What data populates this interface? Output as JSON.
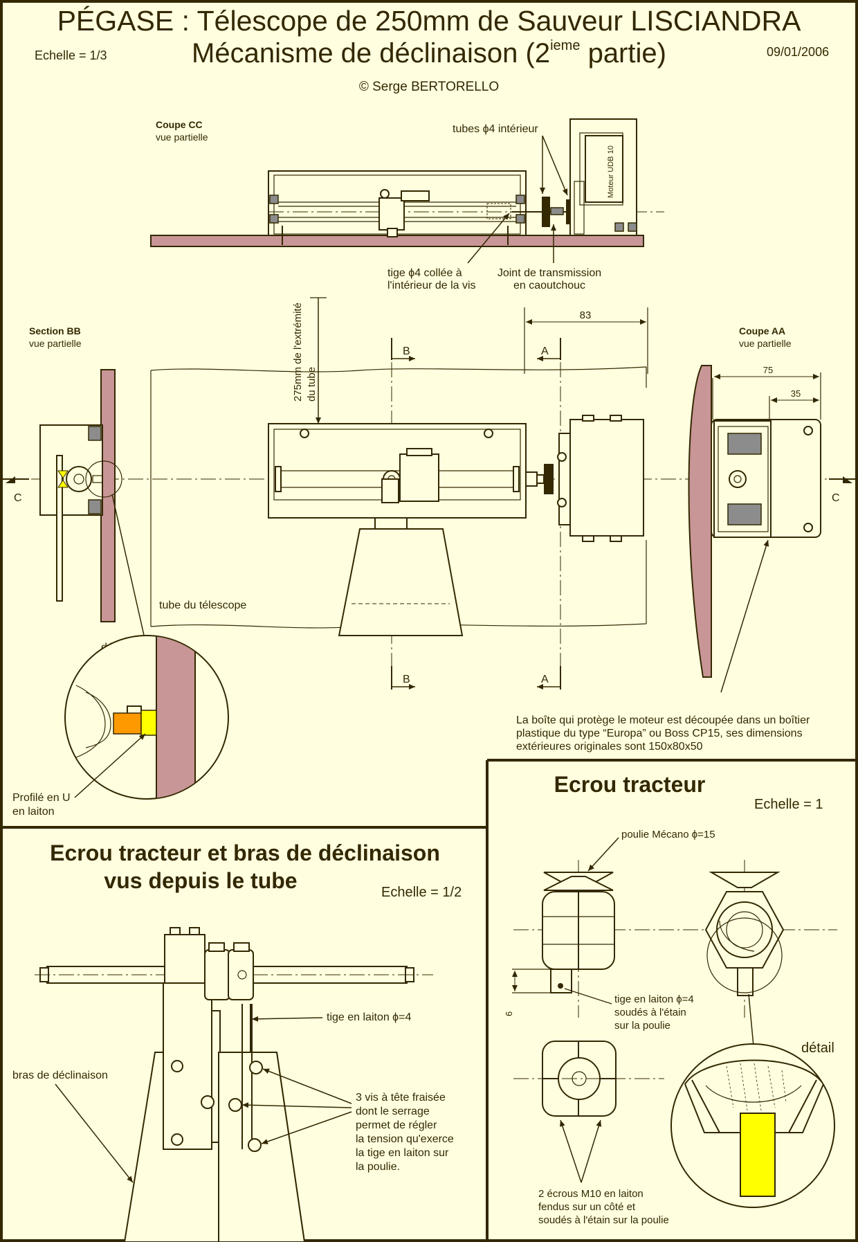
{
  "header": {
    "title": "PÉGASE : Télescope de 250mm de Sauveur LISCIANDRA",
    "subtitle_main": "Mécanisme de déclinaison (2",
    "subtitle_sup": "ieme",
    "subtitle_end": " partie)",
    "scale": "Echelle = 1/3",
    "date": "09/01/2006",
    "copyright": "© Serge BERTORELLO"
  },
  "top_view": {
    "section_title": "Coupe CC",
    "section_sub": "vue partielle",
    "label_tubes": "tubes ϕ4 intérieur",
    "label_motor": "Moteur UDB 10",
    "label_tige": [
      "tige ϕ4 collée à",
      "l'intérieur de la vis"
    ],
    "label_joint": [
      "Joint de transmission",
      "en caoutchouc"
    ]
  },
  "middle_view": {
    "section_bb_title": "Section BB",
    "section_bb_sub": "vue partielle",
    "coupe_aa_title": "Coupe AA",
    "coupe_aa_sub": "vue partielle",
    "dim_83": "83",
    "dim_75": "75",
    "dim_35": "35",
    "label_275": [
      "275mm de l'extrémité",
      "du tube"
    ],
    "marker_b": "B",
    "marker_a": "A",
    "marker_c": "C",
    "tube_label": "tube du télescope",
    "detail_label": "détail",
    "profile_label": [
      "Profilé en U",
      "en laiton"
    ],
    "box_note": [
      "La boîte qui protège le moteur est découpée dans un boîtier",
      "plastique du type “Europa” ou Boss CP15, ses dimensions",
      "extérieures originales sont 150x80x50"
    ]
  },
  "bottom_left": {
    "title_line1": "Ecrou tracteur et bras de déclinaison",
    "title_line2": "vus depuis le tube",
    "scale": "Echelle = 1/2",
    "label_tige": "tige en laiton ϕ=4",
    "label_bras": "bras de déclinaison",
    "label_vis": [
      "3 vis à tête fraisée",
      "dont le serrage",
      "permet de régler",
      "la tension qu'exerce",
      "la tige en laiton sur",
      "la poulie."
    ]
  },
  "bottom_right": {
    "title": "Ecrou tracteur",
    "scale": "Echelle = 1",
    "label_poulie": "poulie Mécano ϕ=15",
    "label_tige": [
      "tige en laiton ϕ=4",
      "soudés à l'étain",
      "sur la poulie"
    ],
    "dim_6": "6",
    "detail_label": "détail",
    "label_ecrous": [
      "2 écrous M10 en laiton",
      "fendus sur un côté et",
      "soudés à l'étain sur la poulie"
    ]
  },
  "colors": {
    "background": "#ffffe0",
    "ink": "#332800",
    "wood": "#c89696",
    "brass": "#ff9900",
    "yellow": "#ffff00",
    "steel": "#8c8c8c"
  }
}
